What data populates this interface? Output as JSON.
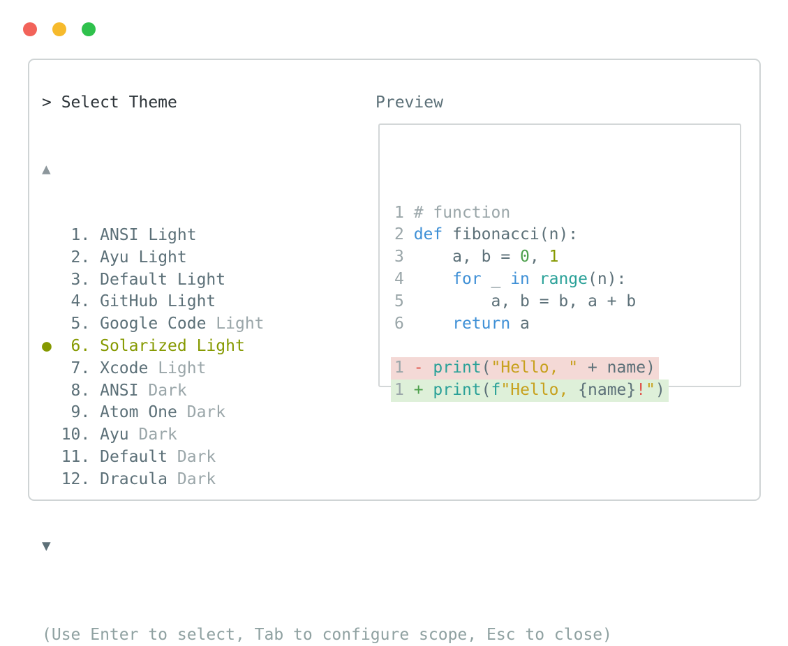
{
  "window": {
    "prompt": "> Select Theme",
    "preview_label": "Preview",
    "scroll_up": "▲",
    "scroll_down": "▼",
    "hint": "(Use Enter to select, Tab to configure scope, Esc to close)"
  },
  "theme_list": {
    "selected_bullet": "●",
    "items": [
      {
        "number": "1",
        "name": "ANSI",
        "variant": "Light",
        "variant_dim": false,
        "selected": false
      },
      {
        "number": "2",
        "name": "Ayu",
        "variant": "Light",
        "variant_dim": false,
        "selected": false
      },
      {
        "number": "3",
        "name": "Default",
        "variant": "Light",
        "variant_dim": false,
        "selected": false
      },
      {
        "number": "4",
        "name": "GitHub",
        "variant": "Light",
        "variant_dim": false,
        "selected": false
      },
      {
        "number": "5",
        "name": "Google Code",
        "variant": "Light",
        "variant_dim": true,
        "selected": false
      },
      {
        "number": "6",
        "name": "Solarized",
        "variant": "Light",
        "variant_dim": false,
        "selected": true
      },
      {
        "number": "7",
        "name": "Xcode",
        "variant": "Light",
        "variant_dim": true,
        "selected": false
      },
      {
        "number": "8",
        "name": "ANSI",
        "variant": "Dark",
        "variant_dim": true,
        "selected": false
      },
      {
        "number": "9",
        "name": "Atom One",
        "variant": "Dark",
        "variant_dim": true,
        "selected": false
      },
      {
        "number": "10",
        "name": "Ayu",
        "variant": "Dark",
        "variant_dim": true,
        "selected": false
      },
      {
        "number": "11",
        "name": "Default",
        "variant": "Dark",
        "variant_dim": true,
        "selected": false
      },
      {
        "number": "12",
        "name": "Dracula",
        "variant": "Dark",
        "variant_dim": true,
        "selected": false
      }
    ]
  },
  "preview": {
    "lines": [
      {
        "num": "1",
        "segs": [
          {
            "t": "# function",
            "c": "dim"
          }
        ]
      },
      {
        "num": "2",
        "segs": [
          {
            "t": "def",
            "c": "blue"
          },
          {
            "t": " fibonacci(n):",
            "c": "slate"
          }
        ]
      },
      {
        "num": "3",
        "segs": [
          {
            "t": "    a, b = ",
            "c": "slate"
          },
          {
            "t": "0",
            "c": "green"
          },
          {
            "t": ", ",
            "c": "slate"
          },
          {
            "t": "1",
            "c": "olive"
          }
        ]
      },
      {
        "num": "4",
        "segs": [
          {
            "t": "    ",
            "c": "slate"
          },
          {
            "t": "for",
            "c": "blue"
          },
          {
            "t": " _ ",
            "c": "slate"
          },
          {
            "t": "in",
            "c": "blue"
          },
          {
            "t": " ",
            "c": "slate"
          },
          {
            "t": "range",
            "c": "cyan"
          },
          {
            "t": "(n):",
            "c": "slate"
          }
        ]
      },
      {
        "num": "5",
        "segs": [
          {
            "t": "        a, b = b, a + b",
            "c": "slate"
          }
        ]
      },
      {
        "num": "6",
        "segs": [
          {
            "t": "    ",
            "c": "slate"
          },
          {
            "t": "return",
            "c": "blue"
          },
          {
            "t": " a",
            "c": "slate"
          }
        ]
      },
      {
        "blank": true
      },
      {
        "num": "1",
        "bg": "diff_red",
        "segs": [
          {
            "t": "- ",
            "c": "red"
          },
          {
            "t": "print",
            "c": "cyan"
          },
          {
            "t": "(",
            "c": "slate"
          },
          {
            "t": "\"Hello, \"",
            "c": "gold"
          },
          {
            "t": " + name)",
            "c": "slate"
          }
        ]
      },
      {
        "num": "1",
        "bg": "diff_green",
        "segs": [
          {
            "t": "+ ",
            "c": "green"
          },
          {
            "t": "print",
            "c": "cyan"
          },
          {
            "t": "(",
            "c": "slate"
          },
          {
            "t": "f",
            "c": "cyan"
          },
          {
            "t": "\"Hello, ",
            "c": "gold"
          },
          {
            "t": "{name}",
            "c": "slate"
          },
          {
            "t": "!",
            "c": "red"
          },
          {
            "t": "\"",
            "c": "gold"
          },
          {
            "t": ")",
            "c": "slate"
          }
        ]
      }
    ]
  },
  "colors": {
    "dark": "#2d3439",
    "slate": "#5c7078",
    "dim": "#9aa6a9",
    "olive": "#859900",
    "blue": "#3f90d6",
    "cyan": "#2aa198",
    "gold": "#c7a11d",
    "red": "#e0524a",
    "green": "#4da04c",
    "diff_red_bg": "#f4d9d6",
    "diff_green_bg": "#def0d9",
    "window_border": "#cfd4d5",
    "preview_border": "#d3d7d8",
    "hint": "#8fa1a1",
    "arrow_up": "#8d979c",
    "arrow_down": "#5d7078",
    "traffic_red": "#f2635a",
    "traffic_yellow": "#f6ba2c",
    "traffic_green": "#2fc14c"
  }
}
